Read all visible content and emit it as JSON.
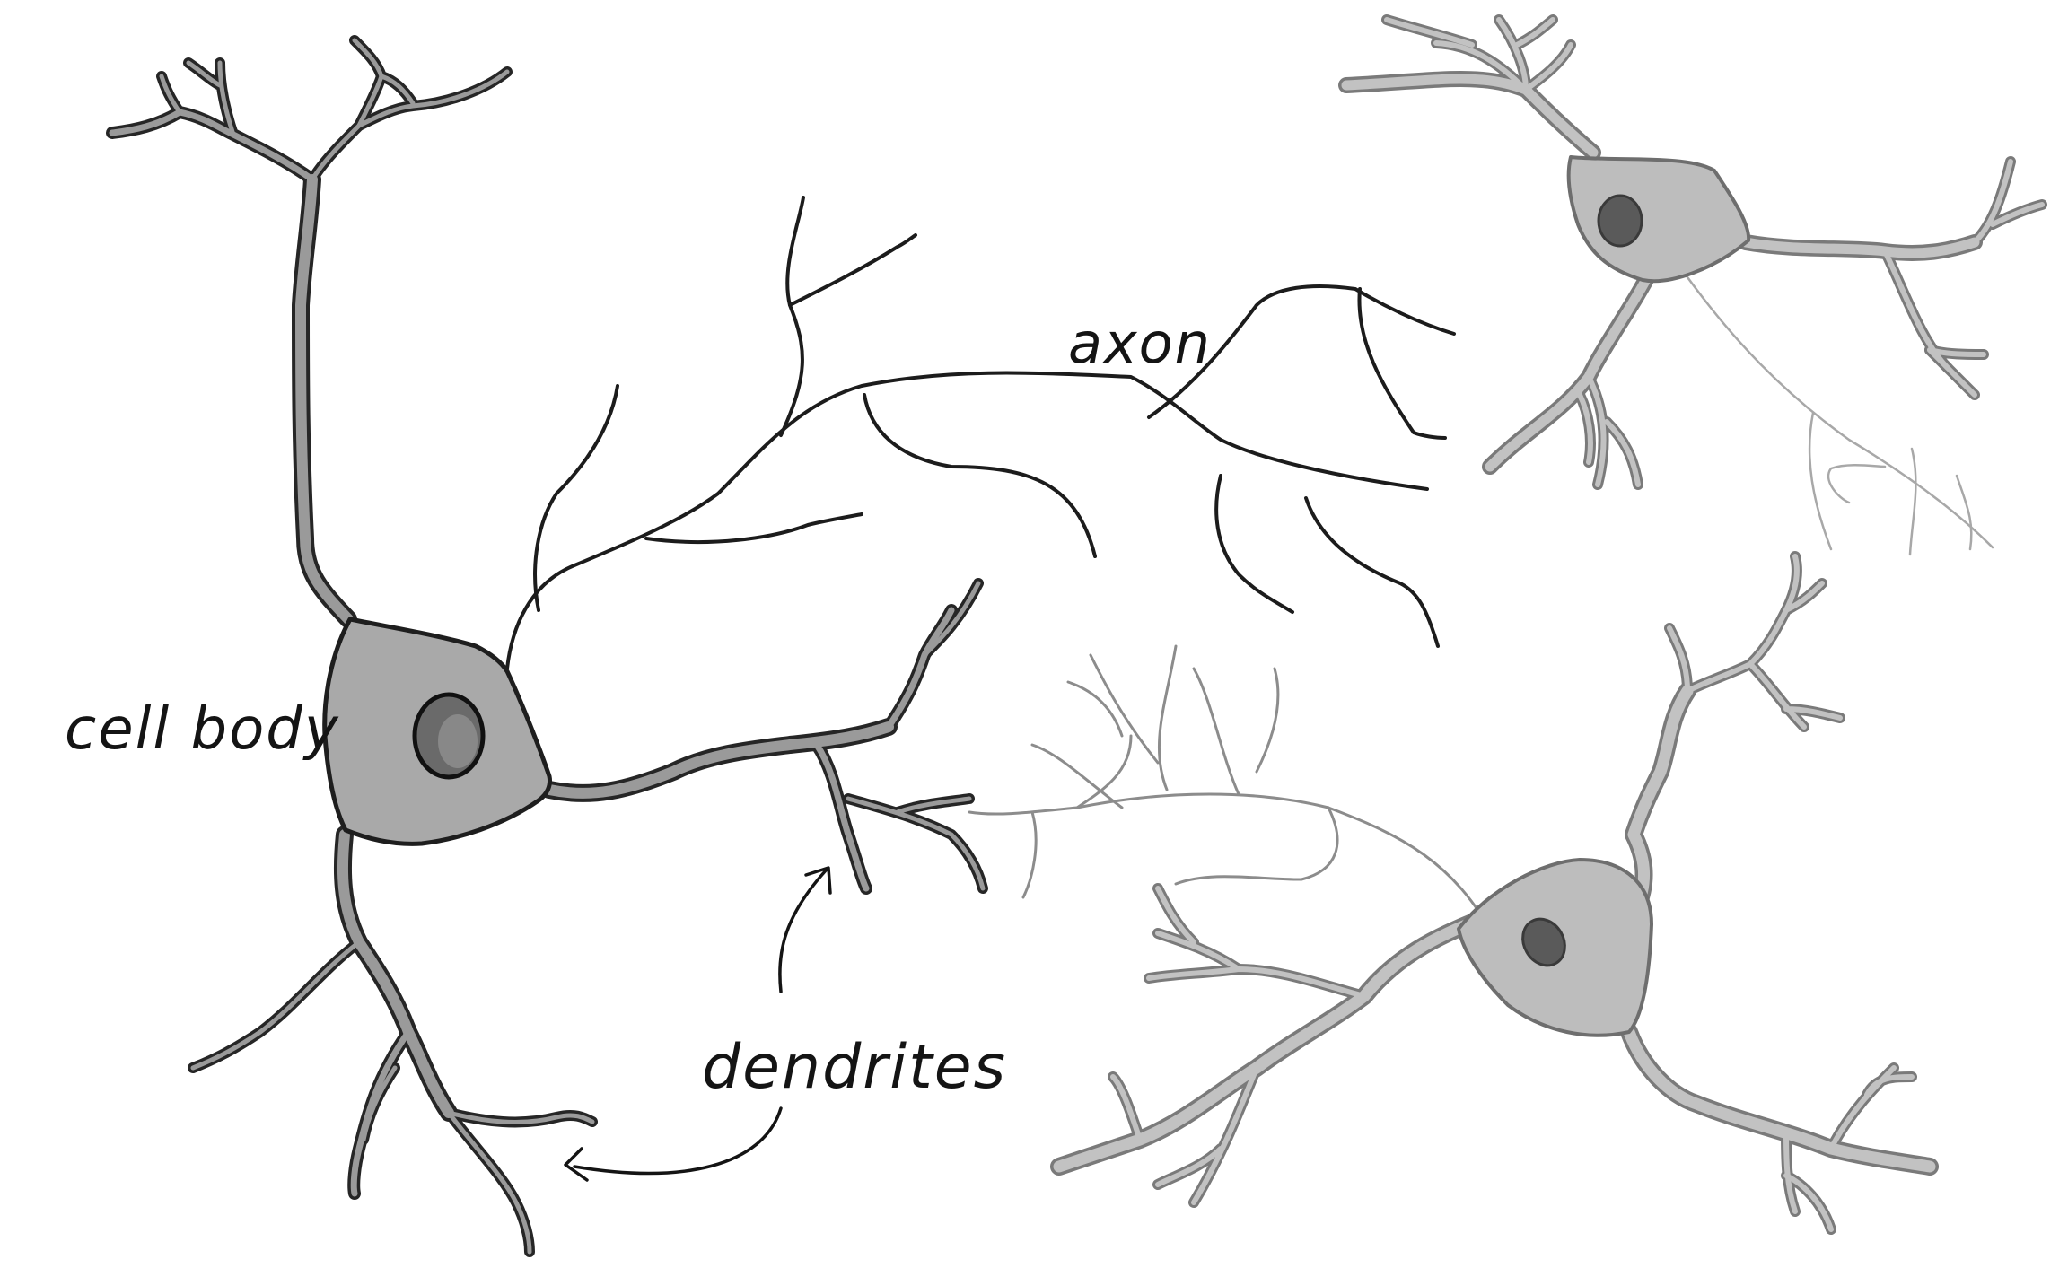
{
  "diagram": {
    "labels": {
      "cell_body": "cell body",
      "axon": "axon",
      "dendrites": "dendrites"
    }
  }
}
